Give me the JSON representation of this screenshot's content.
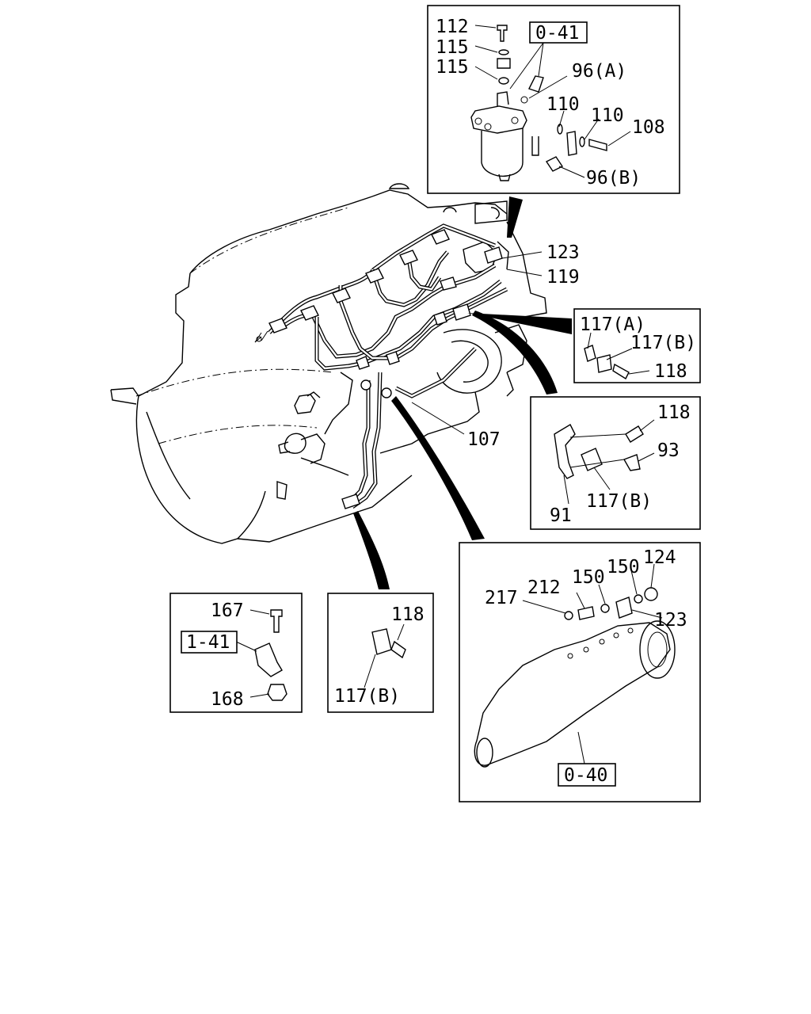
{
  "colors": {
    "line": "#000000",
    "background": "#ffffff"
  },
  "callouts": {
    "c112": "112",
    "c115a": "115",
    "c115b": "115",
    "ref041": "0-41",
    "c96a": "96(A)",
    "c110a": "110",
    "c110b": "110",
    "c108": "108",
    "c96b": "96(B)",
    "c123_top": "123",
    "c119": "119",
    "c117a": "117(A)",
    "c117b_1": "117(B)",
    "c118_1": "118",
    "c118_2": "118",
    "c93": "93",
    "c91": "91",
    "c117b_2": "117(B)",
    "c107": "107",
    "c124": "124",
    "c150a": "150",
    "c150b": "150",
    "c212": "212",
    "c217": "217",
    "c123_pump": "123",
    "ref040": "0-40",
    "c167": "167",
    "ref141": "1-41",
    "c168": "168",
    "c118_3": "118",
    "c117b_3": "117(B)"
  }
}
